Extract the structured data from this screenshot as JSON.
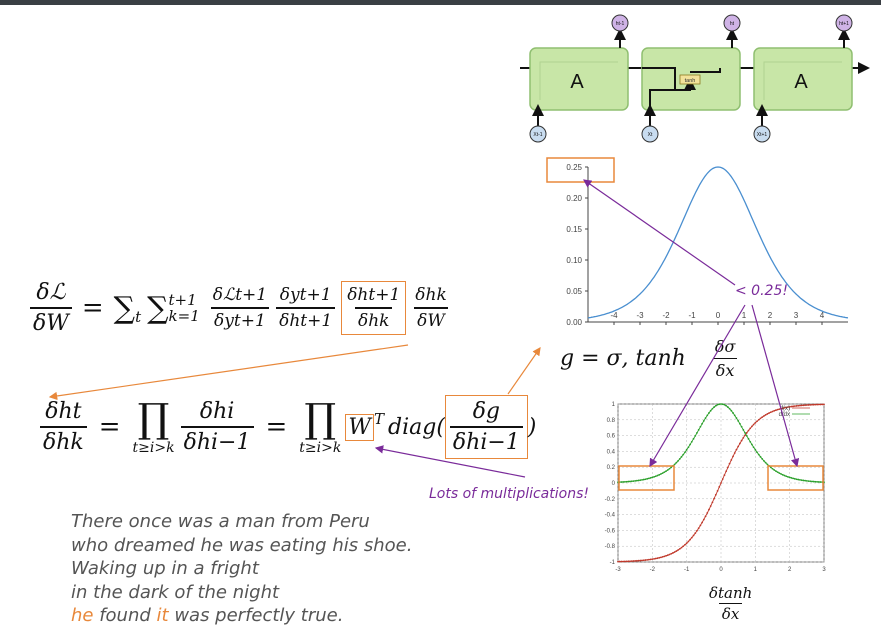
{
  "rnn": {
    "cell_left_label": "A",
    "cell_right_label": "A",
    "tanh_label": "tanh",
    "inputs": [
      "Xt-1",
      "Xt",
      "Xt+1"
    ],
    "outputs": [
      "ht-1",
      "ht",
      "ht+1"
    ],
    "cell_fill": "#c8e6a7",
    "node_fill": "#cfb3e6",
    "input_fill": "#c8dcf0"
  },
  "equations": {
    "main_lhs_num": "δℒ",
    "main_lhs_den": "δW",
    "main_eq": "=",
    "main_sum_t": "∑",
    "main_sum_t_sub": "t",
    "main_sum_k": "∑",
    "main_sum_k_sup": "t+1",
    "main_sum_k_sub": "k=1",
    "main_f1_num": "δℒt+1",
    "main_f1_den": "δyt+1",
    "main_f2_num": "δyt+1",
    "main_f2_den": "δht+1",
    "main_f3_num": "δht+1",
    "main_f3_den": "δhk",
    "main_f4_num": "δhk",
    "main_f4_den": "δW",
    "prod_lhs_num": "δht",
    "prod_lhs_den": "δhk",
    "prod_eq1": "=",
    "prod_symbol_1": "∏",
    "prod_sub_1": "t≥i>k",
    "prod_f_num": "δhi",
    "prod_f_den": "δhi−1",
    "prod_eq2": "=",
    "prod_symbol_2": "∏",
    "prod_sub_2": "t≥i>k",
    "prod_W": "W",
    "prod_T": "T",
    "prod_diag": "diag(",
    "prod_g_num": "δg",
    "prod_g_den": "δhi−1",
    "prod_close": ")",
    "g_def": "g = σ, tanh",
    "g_frac_num": "δσ",
    "g_frac_den": "δx",
    "tanh_frac_num": "δtanh",
    "tanh_frac_den": "δx"
  },
  "annotations": {
    "lt": "< 0.25!",
    "multiplications": "Lots of multiplications!"
  },
  "colors": {
    "orange": "#e8883b",
    "purple": "#7a2b9a",
    "sigmoid_curve": "#4a8fd0",
    "tanh_curve": "#c0392b",
    "tanh_deriv_curve": "#2ca02c"
  },
  "chart_data": [
    {
      "type": "line",
      "function": "sigmoid derivative",
      "xlim": [
        -5,
        5
      ],
      "ylim": [
        0,
        0.25
      ],
      "xticks": [
        -4,
        -3,
        -2,
        -1,
        0,
        1,
        2,
        3,
        4
      ],
      "yticks": [
        0.0,
        0.05,
        0.1,
        0.15,
        0.2,
        0.25
      ],
      "ytick_labels": [
        "0.00",
        "0.05",
        "0.10",
        "0.15",
        "0.20",
        "0.25"
      ],
      "grid": false,
      "x": [
        -5,
        -4,
        -3,
        -2,
        -1,
        0,
        1,
        2,
        3,
        4,
        5
      ],
      "series": [
        {
          "values": [
            0.0066,
            0.0177,
            0.0452,
            0.105,
            0.1966,
            0.25,
            0.1966,
            0.105,
            0.0452,
            0.0177,
            0.0066
          ]
        }
      ]
    },
    {
      "type": "line",
      "function": "tanh and tanh derivative",
      "xlim": [
        -3,
        3
      ],
      "ylim": [
        -1,
        1
      ],
      "xticks": [
        -3,
        -2,
        -1,
        0,
        1,
        2,
        3
      ],
      "yticks": [
        -1,
        -0.8,
        -0.6,
        -0.4,
        -0.2,
        0,
        0.2,
        0.4,
        0.6,
        0.8,
        1
      ],
      "ytick_labels": [
        "-1",
        "-0.8",
        "-0.6",
        "-0.4",
        "-0.2",
        "0",
        "0.2",
        "0.4",
        "0.6",
        "0.8",
        "1"
      ],
      "grid": true,
      "legend": "top-right",
      "x": [
        -3,
        -2.5,
        -2,
        -1.5,
        -1,
        -0.5,
        0,
        0.5,
        1,
        1.5,
        2,
        2.5,
        3
      ],
      "series": [
        {
          "name": "f(x)",
          "values": [
            -0.995,
            -0.987,
            -0.964,
            -0.905,
            -0.762,
            -0.462,
            0,
            0.462,
            0.762,
            0.905,
            0.964,
            0.987,
            0.995
          ]
        },
        {
          "name": "d/dx",
          "values": [
            0.01,
            0.027,
            0.071,
            0.181,
            0.42,
            0.786,
            1,
            0.786,
            0.42,
            0.181,
            0.071,
            0.027,
            0.01
          ]
        }
      ]
    }
  ],
  "poem": {
    "line1": "There once was a man from Peru",
    "line2": "who dreamed he was eating his shoe.",
    "line3": "Waking up in a fright",
    "line4": "in the dark of the night",
    "line5_hl1": "he",
    "line5_mid1": " found ",
    "line5_hl2": "it",
    "line5_rest": " was perfectly true."
  }
}
